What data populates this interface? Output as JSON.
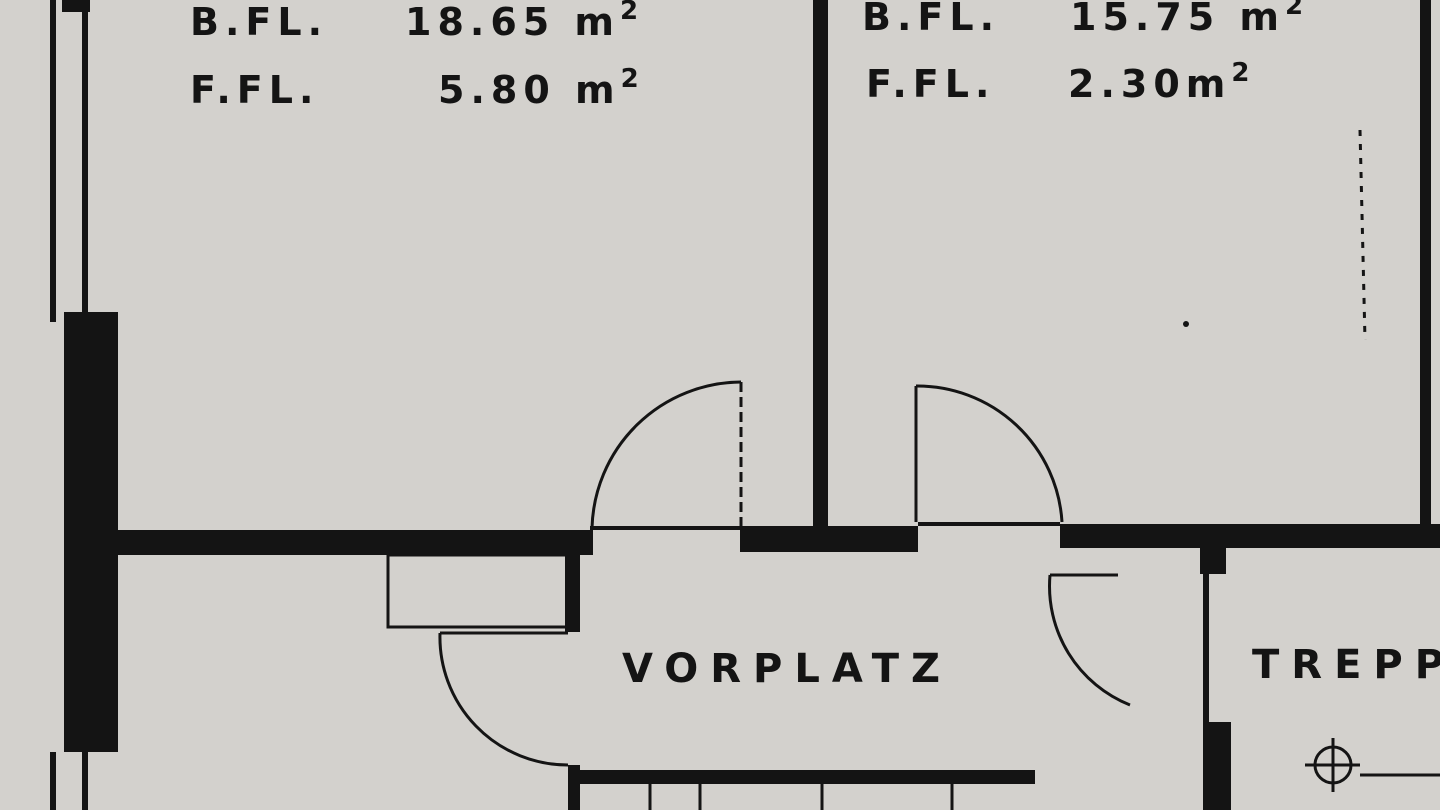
{
  "plan": {
    "room_left": {
      "b_fl_label": "B.FL.",
      "b_fl_value": "18.65 m",
      "b_fl_unit_sup": "2",
      "f_fl_label": "F.FL.",
      "f_fl_value": "5.80 m",
      "f_fl_unit_sup": "2"
    },
    "room_right": {
      "b_fl_label": "B.FL.",
      "b_fl_value": "15.75 m",
      "b_fl_unit_sup": "2",
      "f_fl_label": "F.FL.",
      "f_fl_value": "2.30m",
      "f_fl_unit_sup": "2"
    },
    "hall_label": "VORPLATZ",
    "stair_label": "TREPP"
  },
  "colors": {
    "paper": "#d3d1cd",
    "ink": "#141414"
  }
}
